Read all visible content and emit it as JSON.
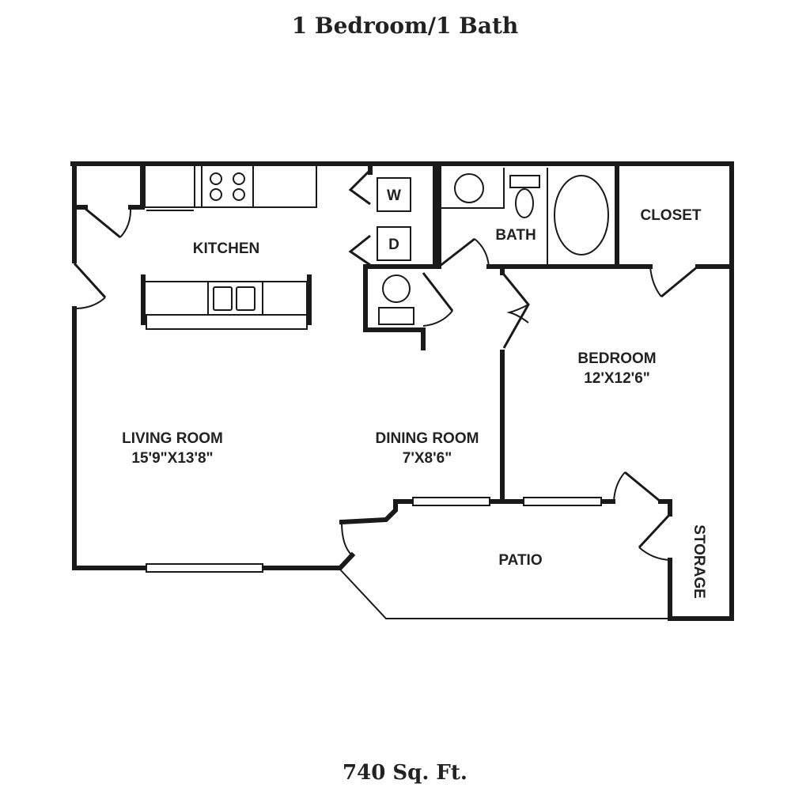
{
  "title": "1 Bedroom/1 Bath",
  "area": "740 Sq. Ft.",
  "rooms": {
    "kitchen": "KITCHEN",
    "washer": "W",
    "dryer": "D",
    "bath": "BATH",
    "closet": "CLOSET",
    "bedroom": "BEDROOM",
    "bedroom_size": "12'X12'6\"",
    "living_room": "LIVING ROOM",
    "living_room_size": "15'9\"X13'8\"",
    "dining_room": "DINING ROOM",
    "dining_room_size": "7'X8'6\"",
    "patio": "PATIO",
    "storage": "STORAGE"
  }
}
